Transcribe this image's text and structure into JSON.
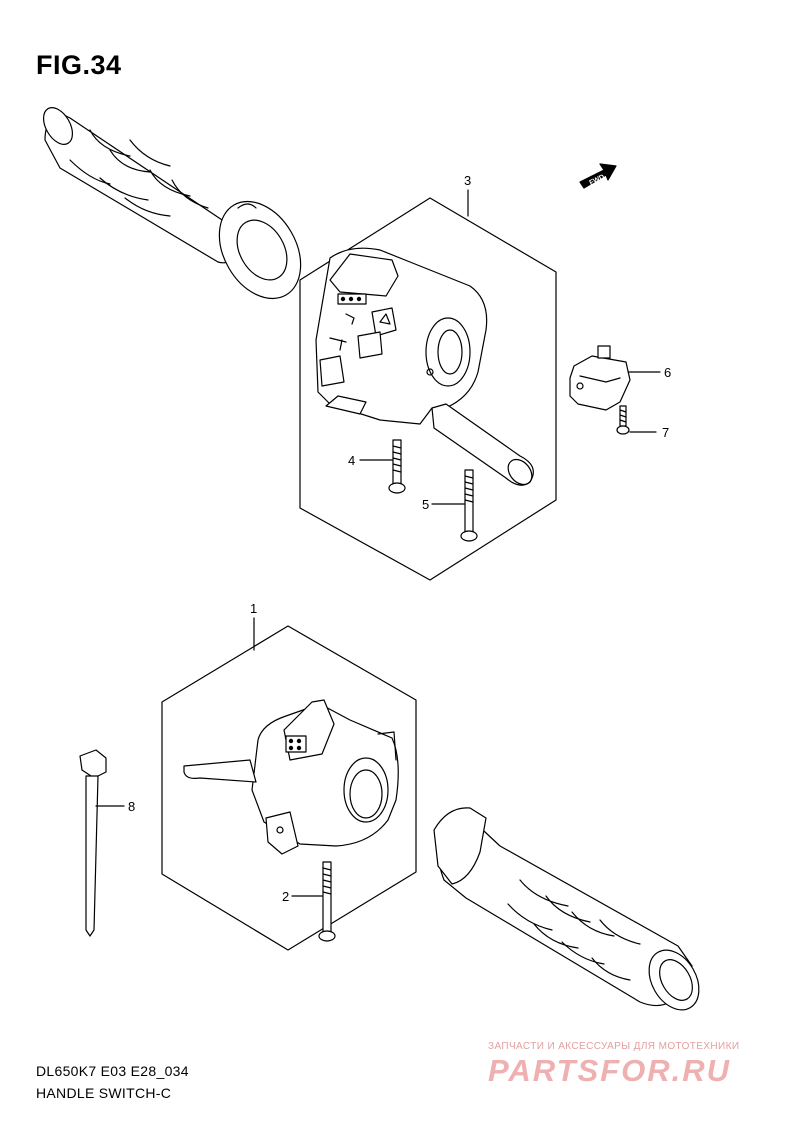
{
  "figure": {
    "title": "FIG.34",
    "direction_label": "FWD"
  },
  "callouts": {
    "c1": "1",
    "c2": "2",
    "c3": "3",
    "c4": "4",
    "c5": "5",
    "c6": "6",
    "c7": "7",
    "c8": "8"
  },
  "footer": {
    "model_code": "DL650K7 E03 E28_034",
    "part_title": "HANDLE SWITCH-C"
  },
  "watermark": {
    "tagline": "ЗАПЧАСТИ И АКСЕССУАРЫ ДЛЯ МОТОТЕХНИКИ",
    "brand": "PARTSFOR.RU"
  },
  "colors": {
    "line": "#000000",
    "paper": "#ffffff",
    "watermark": "#e8a8a8"
  }
}
